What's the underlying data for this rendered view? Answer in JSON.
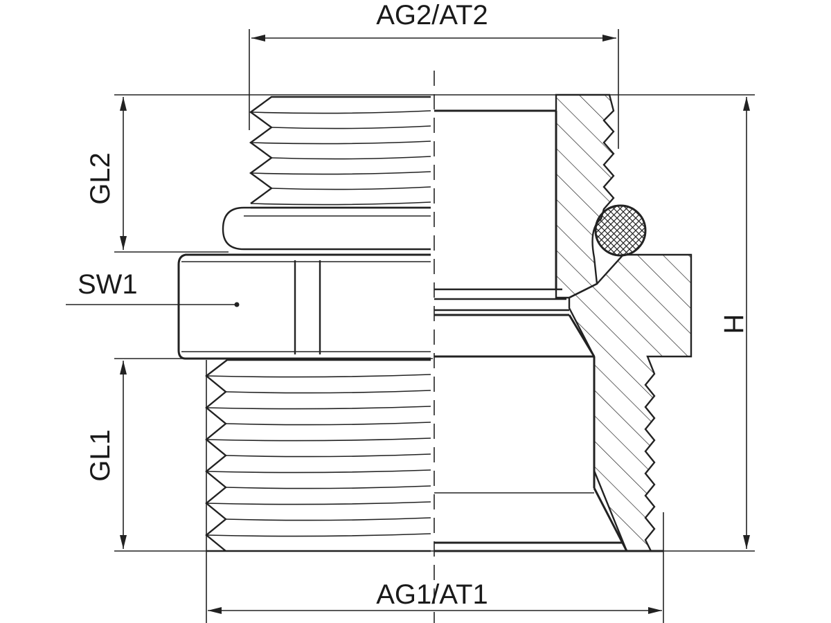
{
  "labels": {
    "ag2_at2": "AG2/AT2",
    "ag1_at1": "AG1/AT1",
    "gl2": "GL2",
    "gl1": "GL1",
    "sw1": "SW1",
    "h": "H"
  }
}
